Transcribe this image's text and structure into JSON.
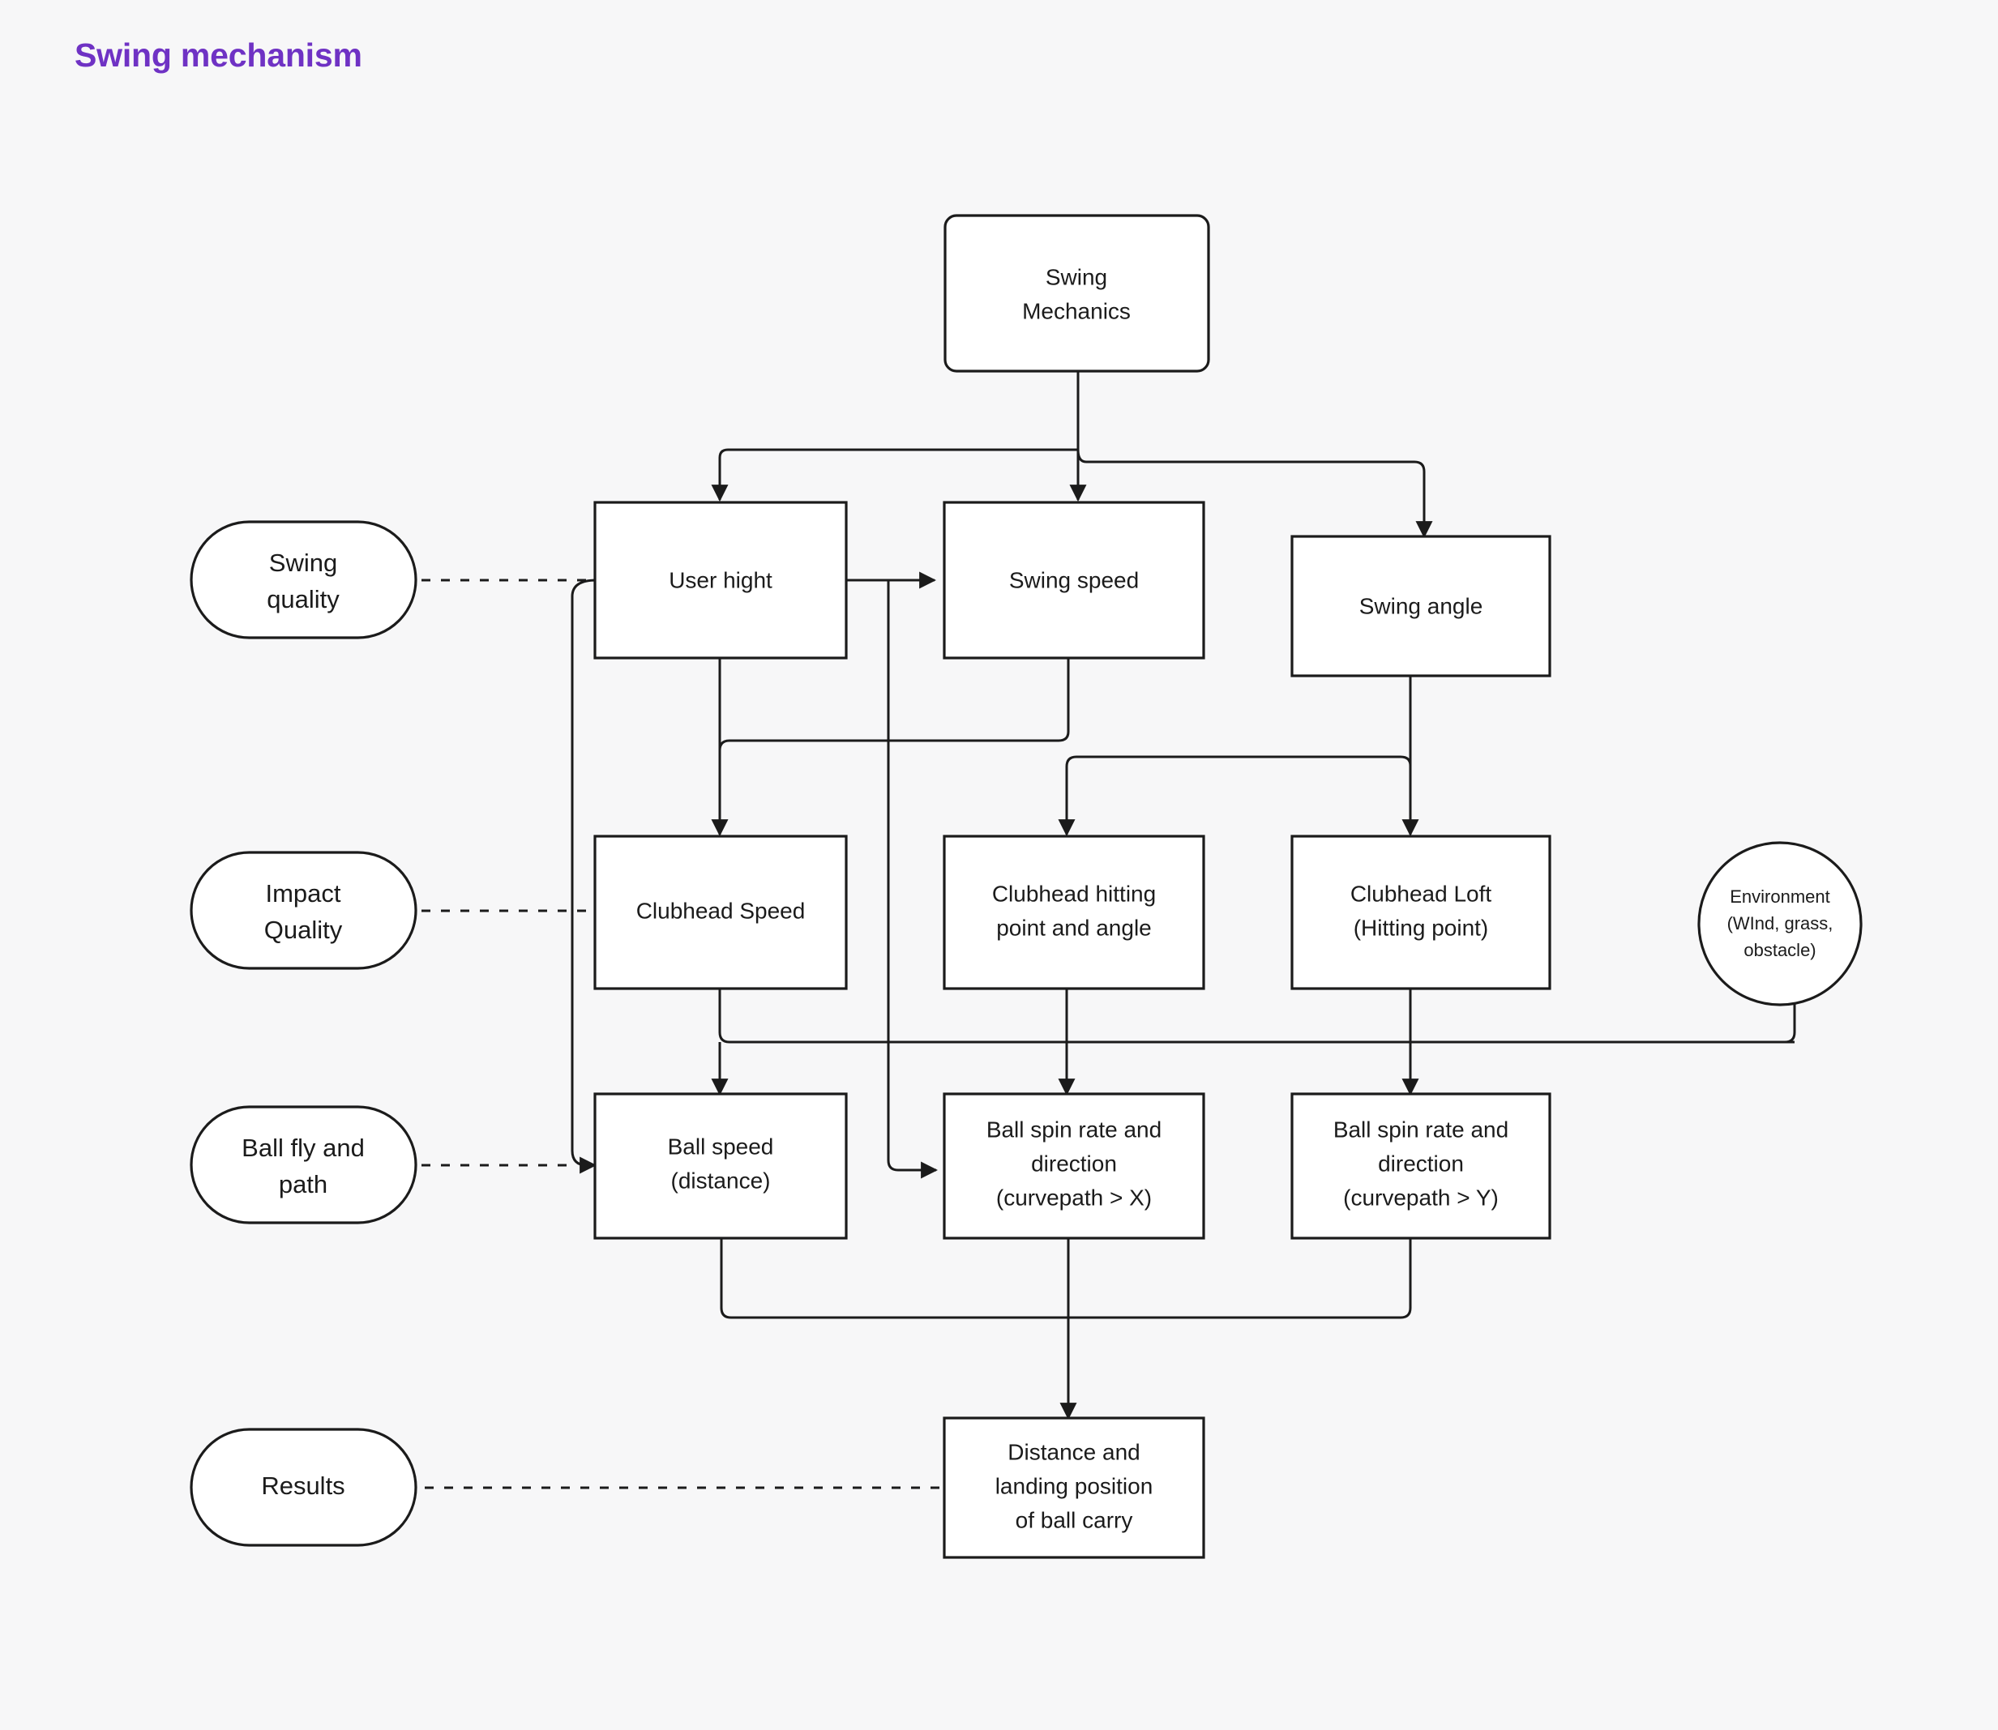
{
  "page": {
    "title": "Swing mechanism",
    "title_color": "#6f32c4",
    "background_color": "#f7f7f8",
    "stroke_color": "#1b1b1b",
    "node_fill": "#ffffff"
  },
  "lanes": [
    {
      "id": "lane-swing-quality",
      "label_line1": "Swing",
      "label_line2": "quality",
      "shape": "pill"
    },
    {
      "id": "lane-impact-quality",
      "label_line1": "Impact",
      "label_line2": "Quality",
      "shape": "pill"
    },
    {
      "id": "lane-ball-fly-and-path",
      "label_line1": "Ball fly and",
      "label_line2": "path",
      "shape": "pill"
    },
    {
      "id": "lane-results",
      "label_line1": "Results",
      "label_line2": "",
      "shape": "pill"
    }
  ],
  "nodes": {
    "swing_mechanics": {
      "lines": [
        "Swing",
        "Mechanics"
      ],
      "shape": "rounded-rect"
    },
    "user_hight": {
      "lines": [
        "User hight"
      ],
      "shape": "rect"
    },
    "swing_speed": {
      "lines": [
        "Swing speed"
      ],
      "shape": "rect"
    },
    "swing_angle": {
      "lines": [
        "Swing angle"
      ],
      "shape": "rect"
    },
    "clubhead_speed": {
      "lines": [
        "Clubhead Speed"
      ],
      "shape": "rect"
    },
    "clubhead_hitting": {
      "lines": [
        "Clubhead hitting",
        "point and angle"
      ],
      "shape": "rect"
    },
    "clubhead_loft": {
      "lines": [
        "Clubhead Loft",
        "(Hitting point)"
      ],
      "shape": "rect"
    },
    "environment": {
      "lines": [
        "Environment",
        "(WInd, grass,",
        "obstacle)"
      ],
      "shape": "circle"
    },
    "ball_speed": {
      "lines": [
        "Ball speed",
        "(distance)"
      ],
      "shape": "rect"
    },
    "ball_spin_x": {
      "lines": [
        "Ball spin rate and",
        "direction",
        "(curvepath > X)"
      ],
      "shape": "rect"
    },
    "ball_spin_y": {
      "lines": [
        "Ball spin rate and",
        "direction",
        "(curvepath > Y)"
      ],
      "shape": "rect"
    },
    "result_box": {
      "lines": [
        "Distance and",
        "landing position",
        "of ball carry"
      ],
      "shape": "rect"
    }
  },
  "chart_data": {
    "type": "diagram",
    "title": "Swing mechanism",
    "diagram_kind": "flowchart",
    "swimlanes": [
      "Swing quality",
      "Impact Quality",
      "Ball fly and path",
      "Results"
    ],
    "node_labels": [
      "Swing Mechanics",
      "User hight",
      "Swing speed",
      "Swing angle",
      "Clubhead Speed",
      "Clubhead hitting point and angle",
      "Clubhead Loft (Hitting point)",
      "Environment (WInd, grass, obstacle)",
      "Ball speed (distance)",
      "Ball spin rate and direction (curvepath > X)",
      "Ball spin rate and direction (curvepath > Y)",
      "Distance and landing position of ball carry"
    ],
    "edges": [
      {
        "from": "Swing Mechanics",
        "to": "User hight",
        "style": "solid-arrow"
      },
      {
        "from": "Swing Mechanics",
        "to": "Swing speed",
        "style": "solid-arrow"
      },
      {
        "from": "Swing Mechanics",
        "to": "Swing angle",
        "style": "solid-arrow"
      },
      {
        "from": "User hight",
        "to": "Swing speed",
        "style": "solid-arrow"
      },
      {
        "from": "User hight",
        "to": "Clubhead Speed",
        "style": "solid-arrow"
      },
      {
        "from": "User hight",
        "to": "Ball speed (distance)",
        "style": "solid-arrow"
      },
      {
        "from": "User hight",
        "to": "Ball spin rate and direction (curvepath > X)",
        "style": "solid-arrow"
      },
      {
        "from": "Swing speed",
        "to": "Clubhead Speed",
        "style": "solid-arrow"
      },
      {
        "from": "Swing angle",
        "to": "Clubhead hitting point and angle",
        "style": "solid-arrow"
      },
      {
        "from": "Swing angle",
        "to": "Clubhead Loft (Hitting point)",
        "style": "solid-arrow"
      },
      {
        "from": "Clubhead Speed",
        "to": "Ball speed (distance)",
        "style": "solid-arrow"
      },
      {
        "from": "Clubhead hitting point and angle",
        "to": "Ball spin rate and direction (curvepath > X)",
        "style": "solid-arrow"
      },
      {
        "from": "Clubhead Loft (Hitting point)",
        "to": "Ball spin rate and direction (curvepath > Y)",
        "style": "solid-arrow"
      },
      {
        "from": "Environment (WInd, grass, obstacle)",
        "to": "Ball speed (distance)",
        "style": "solid-arrow"
      },
      {
        "from": "Ball speed (distance)",
        "to": "Distance and landing position of ball carry",
        "style": "solid-arrow"
      },
      {
        "from": "Ball spin rate and direction (curvepath > X)",
        "to": "Distance and landing position of ball carry",
        "style": "solid-arrow"
      },
      {
        "from": "Ball spin rate and direction (curvepath > Y)",
        "to": "Distance and landing position of ball carry",
        "style": "solid-arrow"
      },
      {
        "from": "Swing quality",
        "to": "User hight",
        "style": "dotted"
      },
      {
        "from": "Impact Quality",
        "to": "Clubhead Speed",
        "style": "dotted"
      },
      {
        "from": "Ball fly and path",
        "to": "Ball speed (distance)",
        "style": "dotted"
      },
      {
        "from": "Results",
        "to": "Distance and landing position of ball carry",
        "style": "dotted"
      }
    ]
  }
}
